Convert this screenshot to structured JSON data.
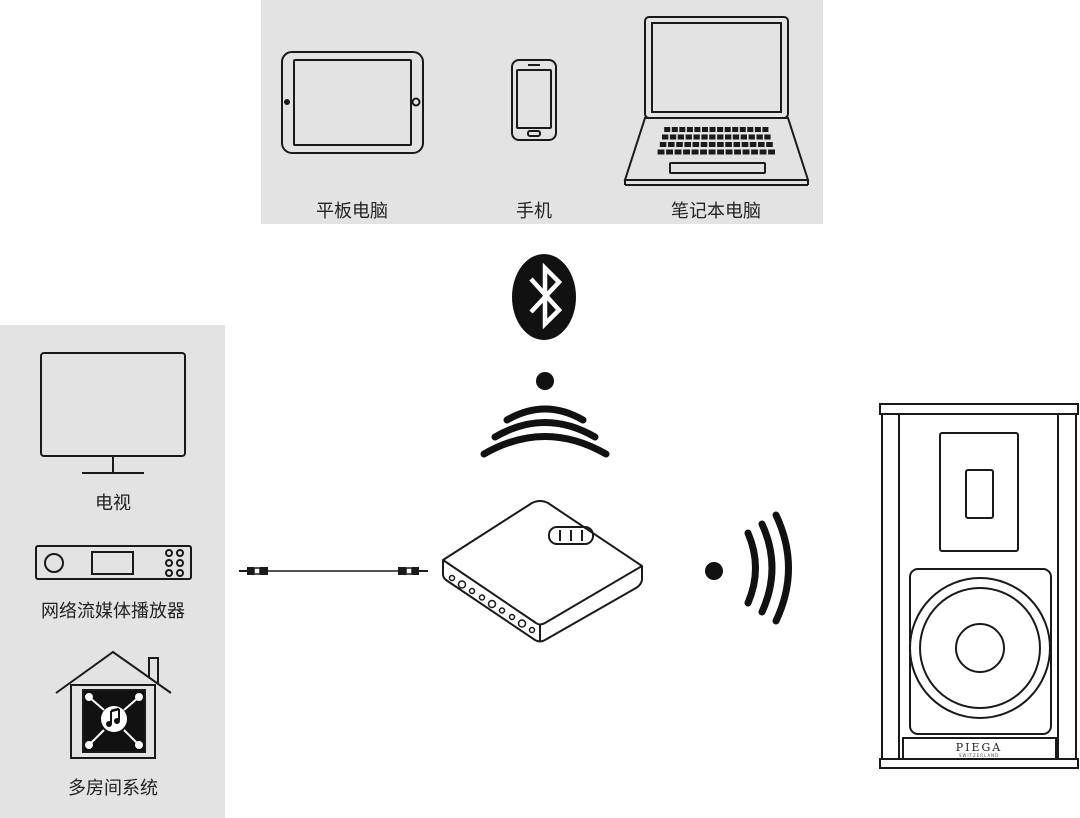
{
  "source_devices": {
    "tablet_label": "平板电脑",
    "phone_label": "手机",
    "laptop_label": "笔记本电脑"
  },
  "wired_sources": {
    "tv_label": "电视",
    "streamer_label": "网络流媒体播放器",
    "multiroom_label": "多房间系统"
  },
  "speaker": {
    "brand": "PIEGA",
    "sub_brand": "SWITZERLAND"
  },
  "colors": {
    "panel": "#e3e3e3",
    "line": "#1a1a1a"
  }
}
